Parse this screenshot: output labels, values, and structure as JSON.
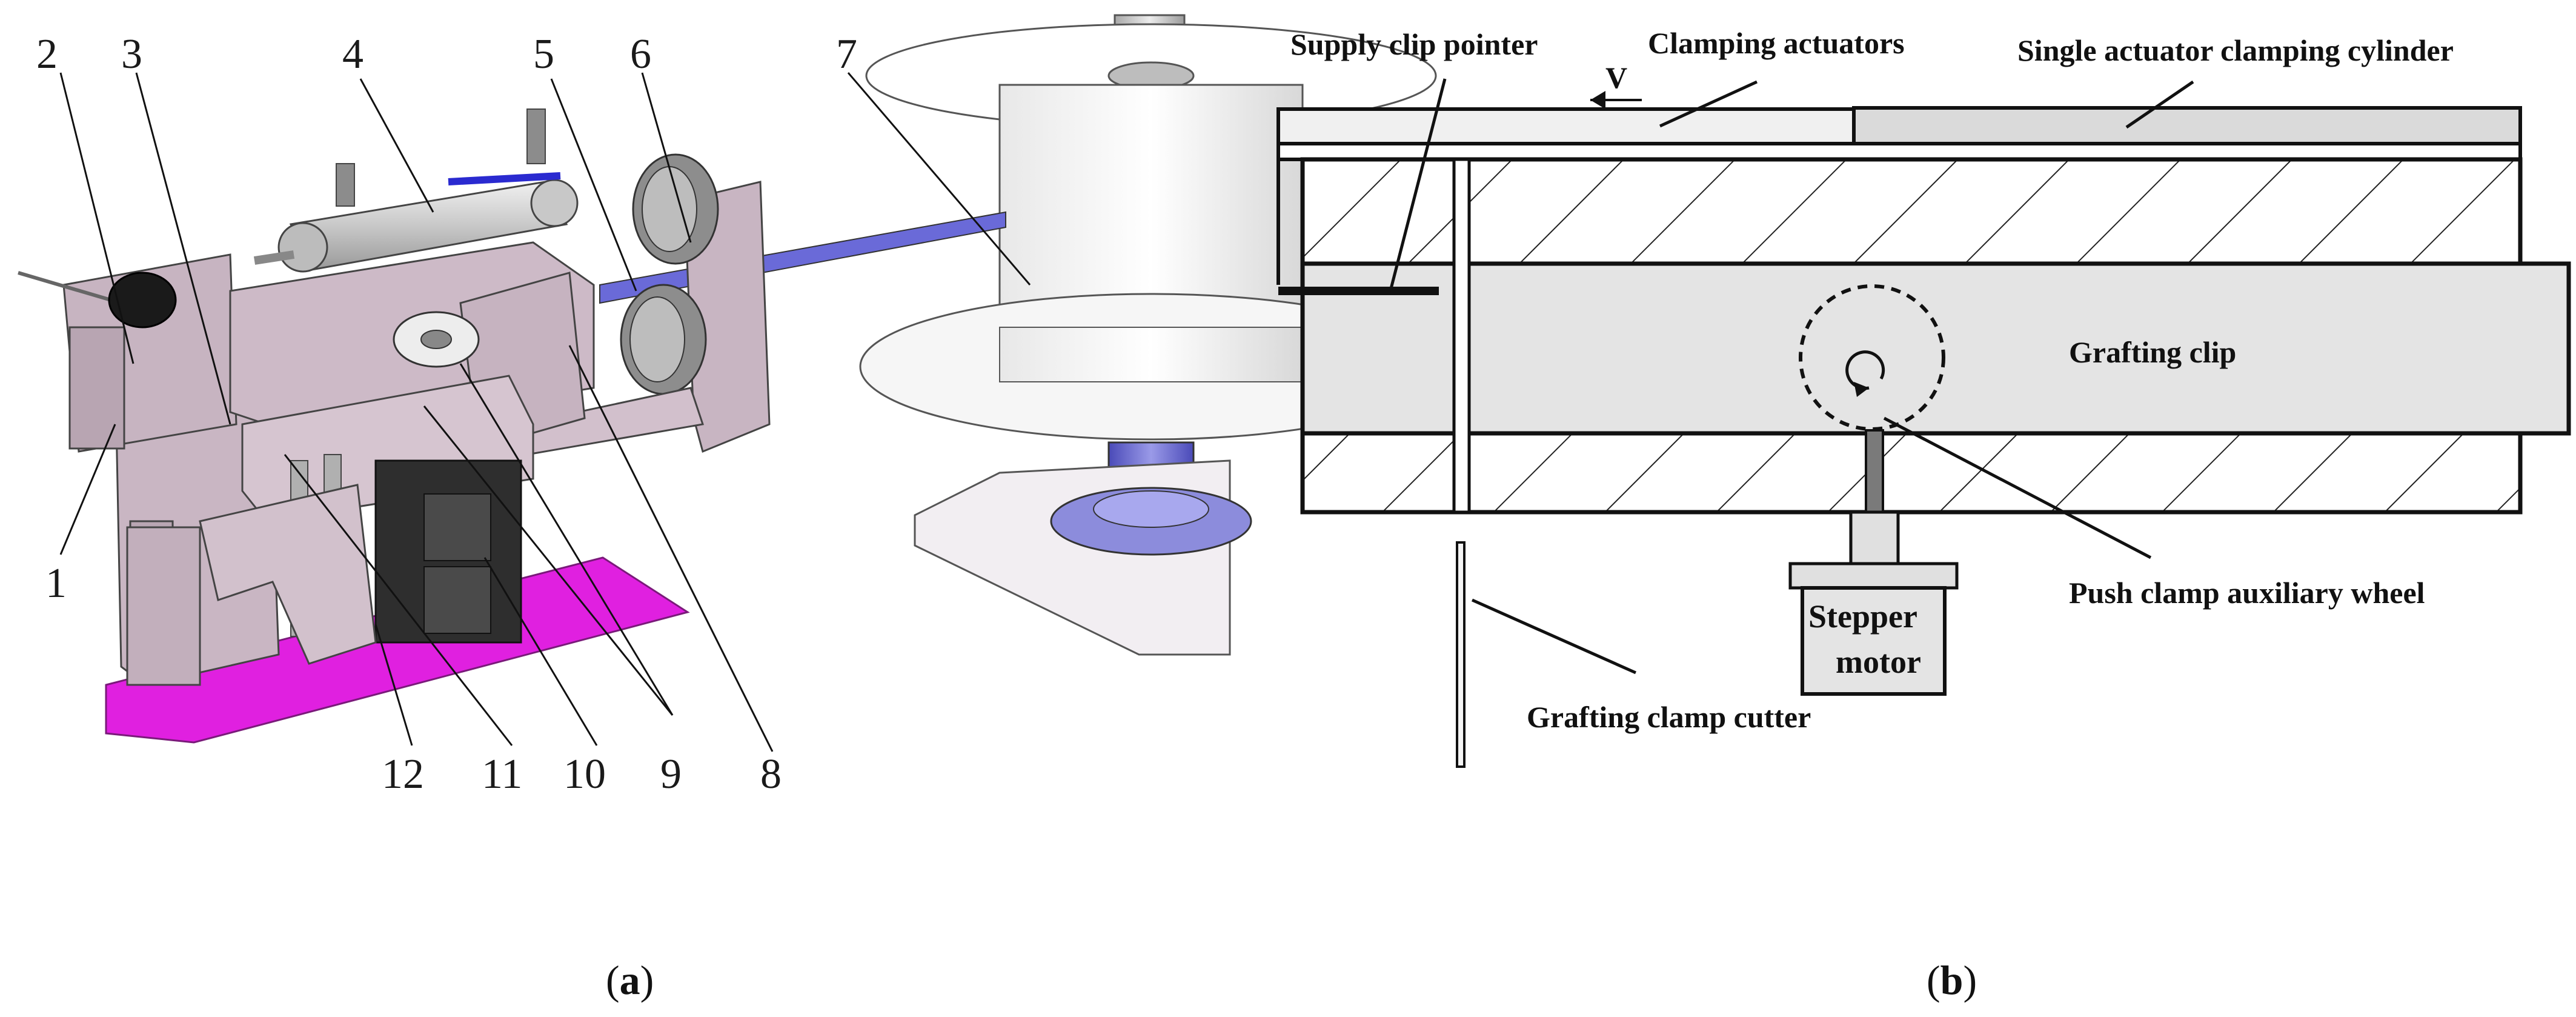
{
  "panel_a": {
    "part_numbers": [
      "1",
      "2",
      "3",
      "4",
      "5",
      "6",
      "7",
      "8",
      "9",
      "10",
      "11",
      "12"
    ],
    "caption": {
      "open": "(",
      "letter": "a",
      "close": ")"
    }
  },
  "panel_b": {
    "labels": {
      "supply_clip_pointer": "Supply clip pointer",
      "clamping_actuators": "Clamping actuators",
      "single_actuator_clamping_cylinder": "Single actuator clamping cylinder",
      "velocity": "V",
      "grafting_clip": "Grafting clip",
      "push_clamp_auxiliary_wheel": "Push clamp auxiliary wheel",
      "stepper_line1": "Stepper",
      "stepper_line2": "motor",
      "grafting_clamp_cutter": "Grafting clamp cutter"
    },
    "caption": {
      "open": "(",
      "letter": "b",
      "close": ")"
    }
  },
  "colors": {
    "base_plate": "#e020e0",
    "frame": "#c9b6c3",
    "accent_blue": "#5a5ad0",
    "diagram_fill": "#e4e4e4"
  }
}
